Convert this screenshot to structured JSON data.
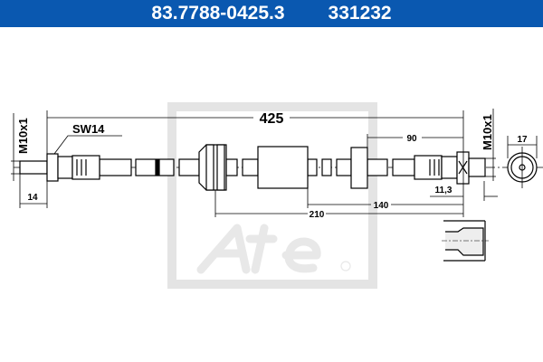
{
  "header": {
    "part_number": "83.7788-0425.3",
    "ref_number": "331232",
    "background": "#0a58b0"
  },
  "drawing": {
    "thread_left": "M10x1",
    "thread_right": "M10x1",
    "wrench_size": "SW14",
    "total_length": "425",
    "dim_left_thread": "14",
    "dim_collar": "90",
    "dim_cylinder": "140",
    "dim_grommet": "210",
    "dim_right_offset": "11,3",
    "dim_end_diameter": "17"
  },
  "watermark": {
    "logo": "Ate",
    "registered": "®"
  }
}
